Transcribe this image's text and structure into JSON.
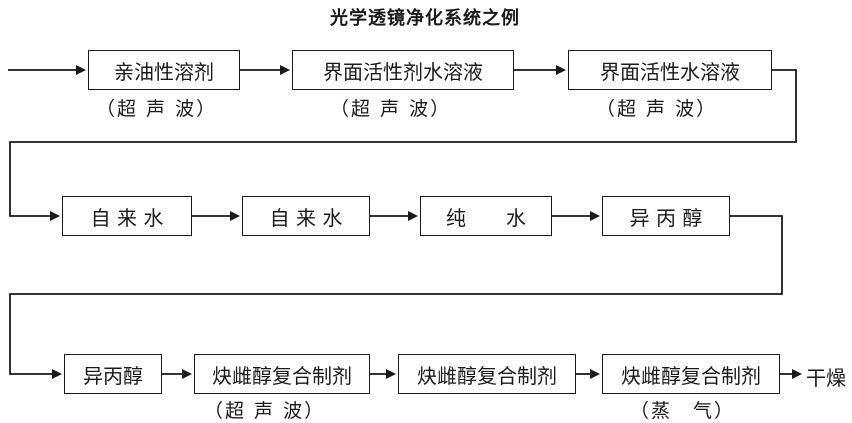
{
  "title": "光学透镜净化系统之例",
  "rows": [
    {
      "steps": [
        {
          "label": "亲油性溶剂",
          "note": "（超 声 波）"
        },
        {
          "label": "界面活性剂水溶液",
          "note": "（超 声 波）"
        },
        {
          "label": "界面活性水溶液",
          "note": "（超 声 波）"
        }
      ]
    },
    {
      "steps": [
        {
          "label": "自 来 水"
        },
        {
          "label": "自 来 水"
        },
        {
          "label": "纯　　水"
        },
        {
          "label": "异 丙 醇"
        }
      ]
    },
    {
      "steps": [
        {
          "label": "异丙醇"
        },
        {
          "label": "炔雌醇复合制剂",
          "note": "（超 声 波）"
        },
        {
          "label": "炔雌醇复合制剂"
        },
        {
          "label": "炔雌醇复合制剂",
          "note": "（蒸　气）"
        }
      ]
    }
  ],
  "end_label": "干燥"
}
